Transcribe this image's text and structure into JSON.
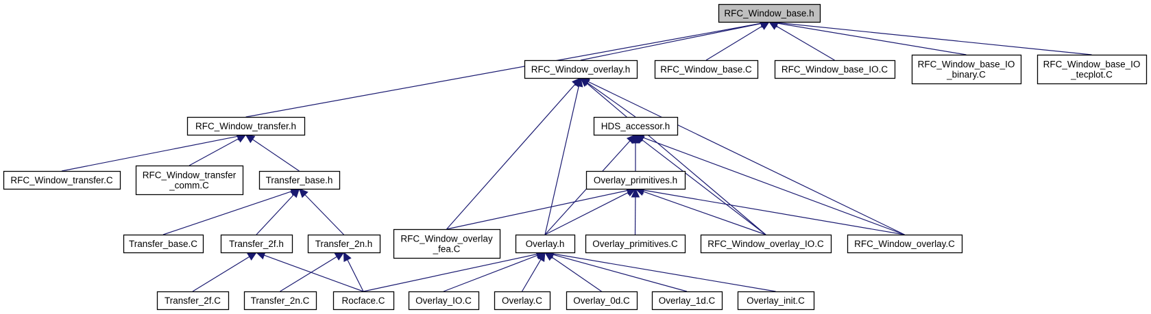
{
  "graph": {
    "colors": {
      "edge": "#191970",
      "root_fill": "#bfbfbf",
      "node_fill": "#ffffff",
      "node_border": "#000000"
    },
    "nodes": [
      {
        "id": "RFC_Window_base.h",
        "lines": [
          "RFC_Window_base.h"
        ],
        "root": true
      },
      {
        "id": "RFC_Window_overlay.h",
        "lines": [
          "RFC_Window_overlay.h"
        ]
      },
      {
        "id": "RFC_Window_base.C",
        "lines": [
          "RFC_Window_base.C"
        ]
      },
      {
        "id": "RFC_Window_base_IO.C",
        "lines": [
          "RFC_Window_base_IO.C"
        ]
      },
      {
        "id": "RFC_Window_base_IO_binary.C",
        "lines": [
          "RFC_Window_base_IO",
          "_binary.C"
        ]
      },
      {
        "id": "RFC_Window_base_IO_tecplot.C",
        "lines": [
          "RFC_Window_base_IO",
          "_tecplot.C"
        ]
      },
      {
        "id": "RFC_Window_transfer.h",
        "lines": [
          "RFC_Window_transfer.h"
        ]
      },
      {
        "id": "HDS_accessor.h",
        "lines": [
          "HDS_accessor.h"
        ]
      },
      {
        "id": "RFC_Window_transfer.C",
        "lines": [
          "RFC_Window_transfer.C"
        ]
      },
      {
        "id": "RFC_Window_transfer_comm.C",
        "lines": [
          "RFC_Window_transfer",
          "_comm.C"
        ]
      },
      {
        "id": "Transfer_base.h",
        "lines": [
          "Transfer_base.h"
        ]
      },
      {
        "id": "Overlay_primitives.h",
        "lines": [
          "Overlay_primitives.h"
        ]
      },
      {
        "id": "Transfer_base.C",
        "lines": [
          "Transfer_base.C"
        ]
      },
      {
        "id": "Transfer_2f.h",
        "lines": [
          "Transfer_2f.h"
        ]
      },
      {
        "id": "Transfer_2n.h",
        "lines": [
          "Transfer_2n.h"
        ]
      },
      {
        "id": "RFC_Window_overlay_fea.C",
        "lines": [
          "RFC_Window_overlay",
          "_fea.C"
        ]
      },
      {
        "id": "Overlay.h",
        "lines": [
          "Overlay.h"
        ]
      },
      {
        "id": "Overlay_primitives.C",
        "lines": [
          "Overlay_primitives.C"
        ]
      },
      {
        "id": "RFC_Window_overlay_IO.C",
        "lines": [
          "RFC_Window_overlay_IO.C"
        ]
      },
      {
        "id": "RFC_Window_overlay.C",
        "lines": [
          "RFC_Window_overlay.C"
        ]
      },
      {
        "id": "Transfer_2f.C",
        "lines": [
          "Transfer_2f.C"
        ]
      },
      {
        "id": "Transfer_2n.C",
        "lines": [
          "Transfer_2n.C"
        ]
      },
      {
        "id": "Rocface.C",
        "lines": [
          "Rocface.C"
        ]
      },
      {
        "id": "Overlay_IO.C",
        "lines": [
          "Overlay_IO.C"
        ]
      },
      {
        "id": "Overlay.C",
        "lines": [
          "Overlay.C"
        ]
      },
      {
        "id": "Overlay_0d.C",
        "lines": [
          "Overlay_0d.C"
        ]
      },
      {
        "id": "Overlay_1d.C",
        "lines": [
          "Overlay_1d.C"
        ]
      },
      {
        "id": "Overlay_init.C",
        "lines": [
          "Overlay_init.C"
        ]
      }
    ],
    "edges": [
      {
        "from": "RFC_Window_base.h",
        "to": "RFC_Window_transfer.h"
      },
      {
        "from": "RFC_Window_base.h",
        "to": "RFC_Window_overlay.h"
      },
      {
        "from": "RFC_Window_base.h",
        "to": "RFC_Window_base.C"
      },
      {
        "from": "RFC_Window_base.h",
        "to": "RFC_Window_base_IO.C"
      },
      {
        "from": "RFC_Window_base.h",
        "to": "RFC_Window_base_IO_binary.C"
      },
      {
        "from": "RFC_Window_base.h",
        "to": "RFC_Window_base_IO_tecplot.C"
      },
      {
        "from": "RFC_Window_transfer.h",
        "to": "RFC_Window_transfer.C"
      },
      {
        "from": "RFC_Window_transfer.h",
        "to": "RFC_Window_transfer_comm.C"
      },
      {
        "from": "RFC_Window_transfer.h",
        "to": "Transfer_base.h"
      },
      {
        "from": "Transfer_base.h",
        "to": "Transfer_base.C"
      },
      {
        "from": "Transfer_base.h",
        "to": "Transfer_2f.h"
      },
      {
        "from": "Transfer_base.h",
        "to": "Transfer_2n.h"
      },
      {
        "from": "Transfer_2f.h",
        "to": "Transfer_2f.C"
      },
      {
        "from": "Transfer_2f.h",
        "to": "Rocface.C"
      },
      {
        "from": "Transfer_2n.h",
        "to": "Transfer_2n.C"
      },
      {
        "from": "Transfer_2n.h",
        "to": "Rocface.C"
      },
      {
        "from": "RFC_Window_overlay.h",
        "to": "RFC_Window_overlay_fea.C"
      },
      {
        "from": "RFC_Window_overlay.h",
        "to": "Overlay.h"
      },
      {
        "from": "RFC_Window_overlay.h",
        "to": "HDS_accessor.h"
      },
      {
        "from": "RFC_Window_overlay.h",
        "to": "RFC_Window_overlay_IO.C"
      },
      {
        "from": "RFC_Window_overlay.h",
        "to": "RFC_Window_overlay.C"
      },
      {
        "from": "HDS_accessor.h",
        "to": "Overlay.h"
      },
      {
        "from": "HDS_accessor.h",
        "to": "Overlay_primitives.h"
      },
      {
        "from": "HDS_accessor.h",
        "to": "RFC_Window_overlay_IO.C"
      },
      {
        "from": "HDS_accessor.h",
        "to": "RFC_Window_overlay.C"
      },
      {
        "from": "Overlay_primitives.h",
        "to": "RFC_Window_overlay_fea.C"
      },
      {
        "from": "Overlay_primitives.h",
        "to": "Overlay.h"
      },
      {
        "from": "Overlay_primitives.h",
        "to": "Overlay_primitives.C"
      },
      {
        "from": "Overlay_primitives.h",
        "to": "RFC_Window_overlay_IO.C"
      },
      {
        "from": "Overlay_primitives.h",
        "to": "RFC_Window_overlay.C"
      },
      {
        "from": "Overlay.h",
        "to": "Rocface.C"
      },
      {
        "from": "Overlay.h",
        "to": "Overlay_IO.C"
      },
      {
        "from": "Overlay.h",
        "to": "Overlay.C"
      },
      {
        "from": "Overlay.h",
        "to": "Overlay_0d.C"
      },
      {
        "from": "Overlay.h",
        "to": "Overlay_1d.C"
      },
      {
        "from": "Overlay.h",
        "to": "Overlay_init.C"
      }
    ]
  }
}
